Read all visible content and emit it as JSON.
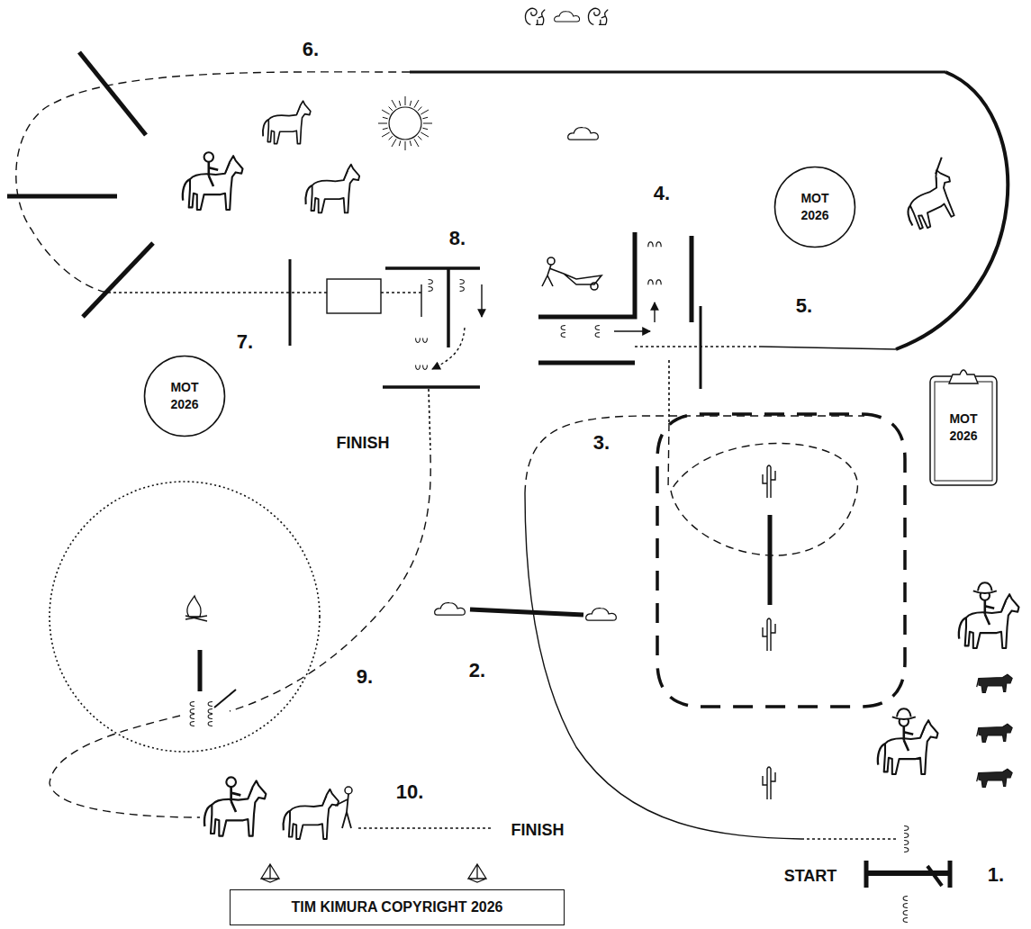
{
  "diagram": {
    "nodes": [
      {
        "text": [
          "MOT 2026"
        ]
      },
      {
        "text": [
          "MOT 2026"
        ]
      },
      {
        "text": [
          "MOT 2026"
        ]
      },
      {
        "text": [
          "TIM KIMURA COPYRIGHT 2026"
        ]
      }
    ],
    "labels": [
      "6.",
      "4.",
      "8.",
      "5.",
      "7.",
      "3.",
      "FINISH",
      "2.",
      "9.",
      "10.",
      "FINISH",
      "START",
      "1."
    ]
  }
}
